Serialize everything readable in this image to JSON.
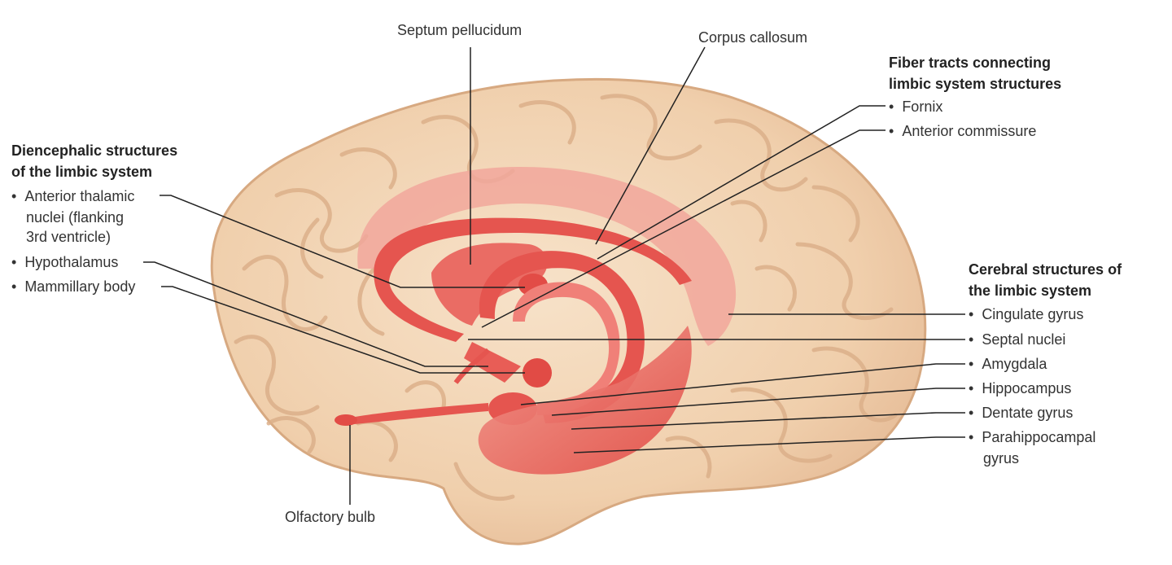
{
  "colors": {
    "brain_fill": "#f1d3b3",
    "brain_outline": "#d9ad86",
    "gyrus_shadow": "#dcb38e",
    "limbic_red": "#e5554f",
    "limbic_light": "#f08a80",
    "leader_line": "#222222"
  },
  "labels": {
    "septum_pellucidum": "Septum pellucidum",
    "corpus_callosum": "Corpus callosum",
    "olfactory_bulb": "Olfactory bulb"
  },
  "fiber_tracts": {
    "heading_line1": "Fiber tracts connecting",
    "heading_line2": "limbic system structures",
    "items": [
      "Fornix",
      "Anterior commissure"
    ]
  },
  "diencephalic": {
    "heading_line1": "Diencephalic structures",
    "heading_line2": "of the limbic system",
    "item1_line1": "Anterior thalamic",
    "item1_line2": "nuclei (flanking",
    "item1_line3": "3rd ventricle)",
    "item2": "Hypothalamus",
    "item3": "Mammillary body"
  },
  "cerebral": {
    "heading_line1": "Cerebral structures of",
    "heading_line2": "the limbic system",
    "items": [
      "Cingulate gyrus",
      "Septal nuclei",
      "Amygdala",
      "Hippocampus",
      "Dentate gyrus"
    ],
    "last_line1": "Parahippocampal",
    "last_line2": "gyrus"
  }
}
